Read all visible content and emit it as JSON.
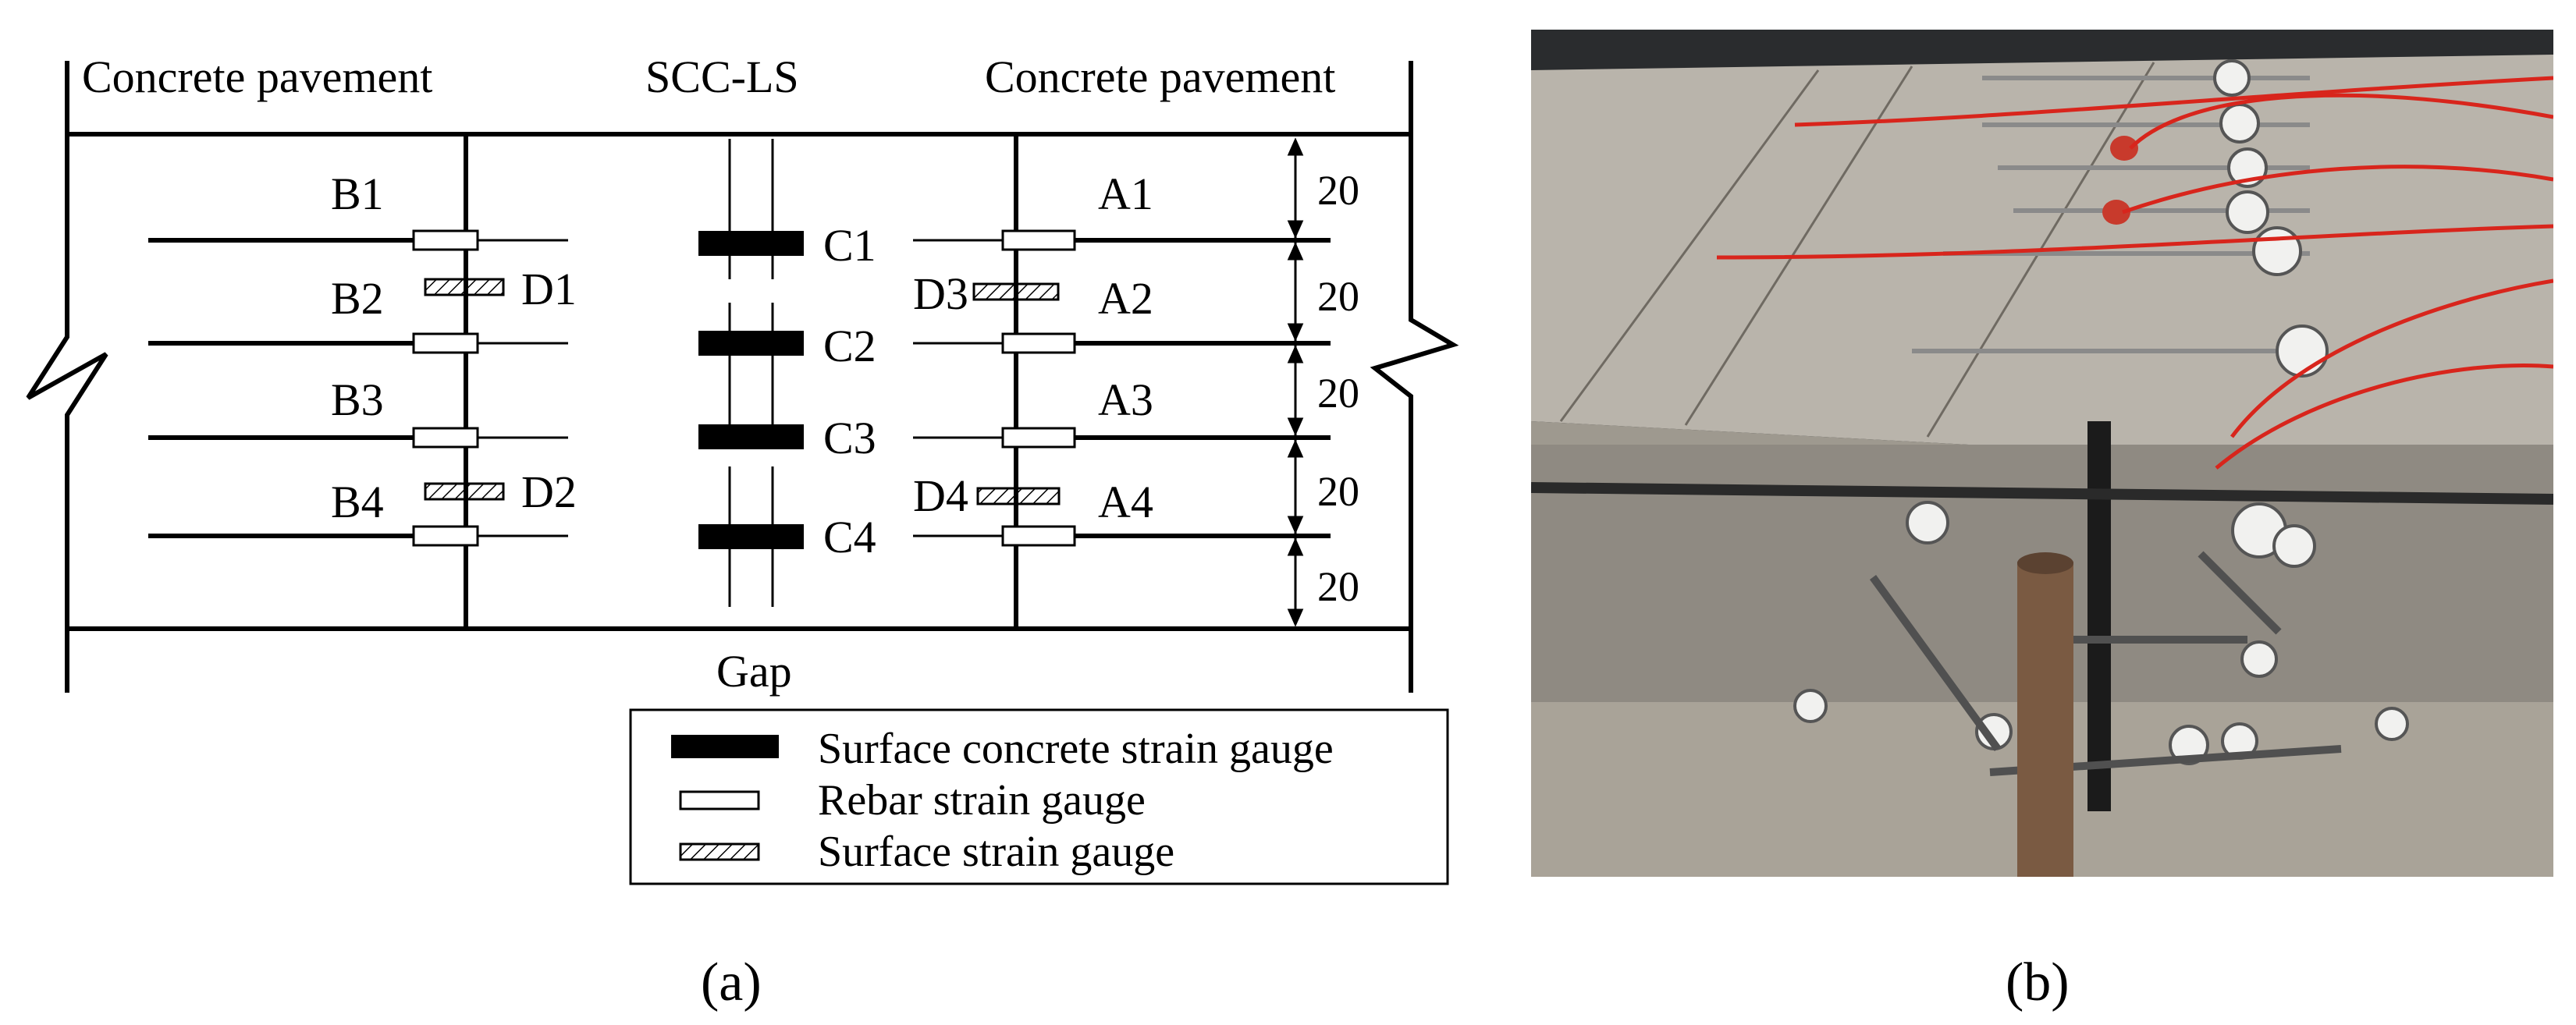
{
  "diagram": {
    "header_left": "Concrete pavement",
    "header_middle": "SCC-LS",
    "header_right": "Concrete pavement",
    "gap_label": "Gap",
    "rows": [
      {
        "left": "B1",
        "center": "C1",
        "right": "A1"
      },
      {
        "left": "B2",
        "center": "C2",
        "right": "A2"
      },
      {
        "left": "B3",
        "center": "C3",
        "right": "A3"
      },
      {
        "left": "B4",
        "center": "C4",
        "right": "A4"
      }
    ],
    "surface_gauges": {
      "d1": "D1",
      "d2": "D2",
      "d3": "D3",
      "d4": "D4"
    },
    "spacings": [
      "20",
      "20",
      "20",
      "20",
      "20"
    ],
    "legend": {
      "surface_concrete": "Surface concrete strain gauge",
      "rebar": "Rebar strain gauge",
      "surface": "Surface strain gauge"
    }
  },
  "captions": {
    "a": "(a)",
    "b": "(b)"
  },
  "photo": {
    "colors": {
      "sky": "#2a2c2e",
      "slab_top": "#b9b4ab",
      "slab_side": "#8f8a82",
      "wires": "#d8251c",
      "gauge_face": "#f1f1ef"
    }
  }
}
